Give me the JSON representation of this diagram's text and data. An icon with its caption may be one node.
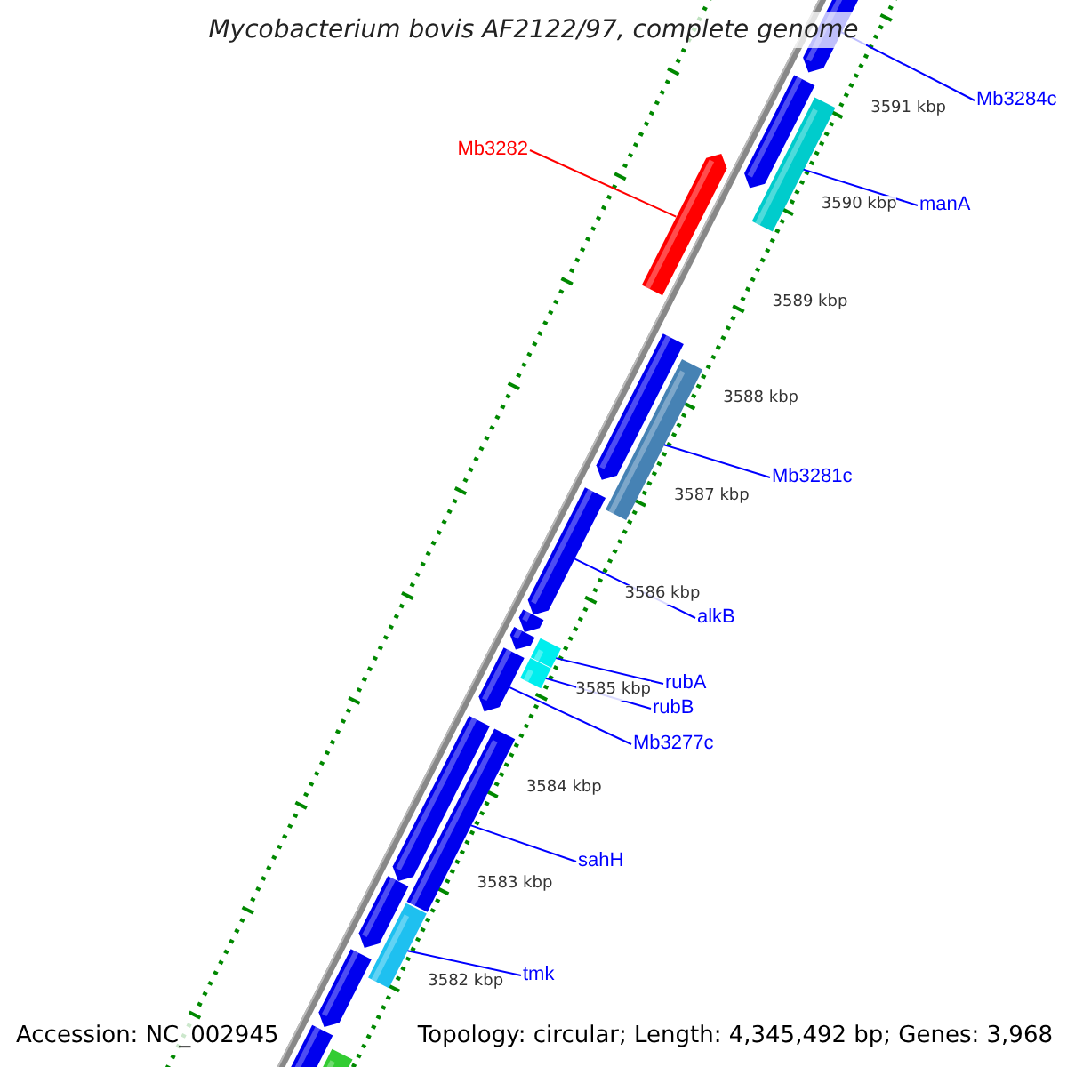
{
  "diagram": {
    "title": "Mycobacterium bovis AF2122/97, complete genome",
    "nodes": [
      {
        "text": [
          "Mb3284c"
        ]
      },
      {
        "text": [],
        "shape": "bar"
      },
      {
        "text": [
          "Mb3282"
        ]
      },
      {
        "text": [],
        "shape": "bar"
      },
      {
        "text": [
          "manA"
        ]
      },
      {
        "text": [],
        "shape": "bar"
      },
      {
        "text": [
          "Mb3281c"
        ]
      },
      {
        "text": [],
        "shape": "bar"
      },
      {
        "text": [
          "alkB"
        ]
      },
      {
        "text": [],
        "shape": "bar"
      },
      {
        "text": [
          "rubA"
        ]
      },
      {
        "text": [],
        "shape": "bar"
      },
      {
        "text": [
          "rubB"
        ]
      },
      {
        "text": [],
        "shape": "bar"
      },
      {
        "text": [
          "Mb3277c"
        ]
      },
      {
        "text": [],
        "shape": "bar"
      },
      {
        "text": [
          "sahH"
        ]
      },
      {
        "text": [],
        "shape": "bar"
      },
      {
        "text": [
          "tmk"
        ]
      },
      {
        "text": [],
        "shape": "bar"
      },
      {
        "text": [],
        "shape": "bar"
      },
      {
        "text": [],
        "shape": "bar"
      },
      {
        "text": [],
        "shape": "bar"
      },
      {
        "text": [],
        "shape": "bar"
      },
      {
        "text": [],
        "shape": "bar"
      },
      {
        "text": [],
        "shape": "bar"
      },
      {
        "text": [],
        "shape": "bar"
      },
      {
        "text": [],
        "shape": "bar"
      },
      {
        "text": [],
        "shape": "bar"
      }
    ],
    "edges": [
      {
        "from": 0,
        "to": 1,
        "arrow": "none"
      },
      {
        "from": 2,
        "to": 3,
        "arrow": "none",
        "color": "#ff0000"
      },
      {
        "from": 4,
        "to": 5,
        "arrow": "none"
      },
      {
        "from": 6,
        "to": 7,
        "arrow": "none"
      },
      {
        "from": 8,
        "to": 9,
        "arrow": "none"
      },
      {
        "from": 10,
        "to": 11,
        "arrow": "none"
      },
      {
        "from": 12,
        "to": 13,
        "arrow": "none"
      },
      {
        "from": 14,
        "to": 15,
        "arrow": "none"
      },
      {
        "from": 16,
        "to": 17,
        "arrow": "none"
      },
      {
        "from": 18,
        "to": 19,
        "arrow": "none"
      }
    ],
    "labels": [
      "3591 kbp",
      "3590 kbp",
      "3589 kbp",
      "3588 kbp",
      "3587 kbp",
      "3586 kbp",
      "3585 kbp",
      "3584 kbp",
      "3583 kbp",
      "3582 kbp",
      "Accession: NC_002945",
      "Topology: circular; Length: 4,345,492 bp; Genes: 3,968"
    ]
  }
}
